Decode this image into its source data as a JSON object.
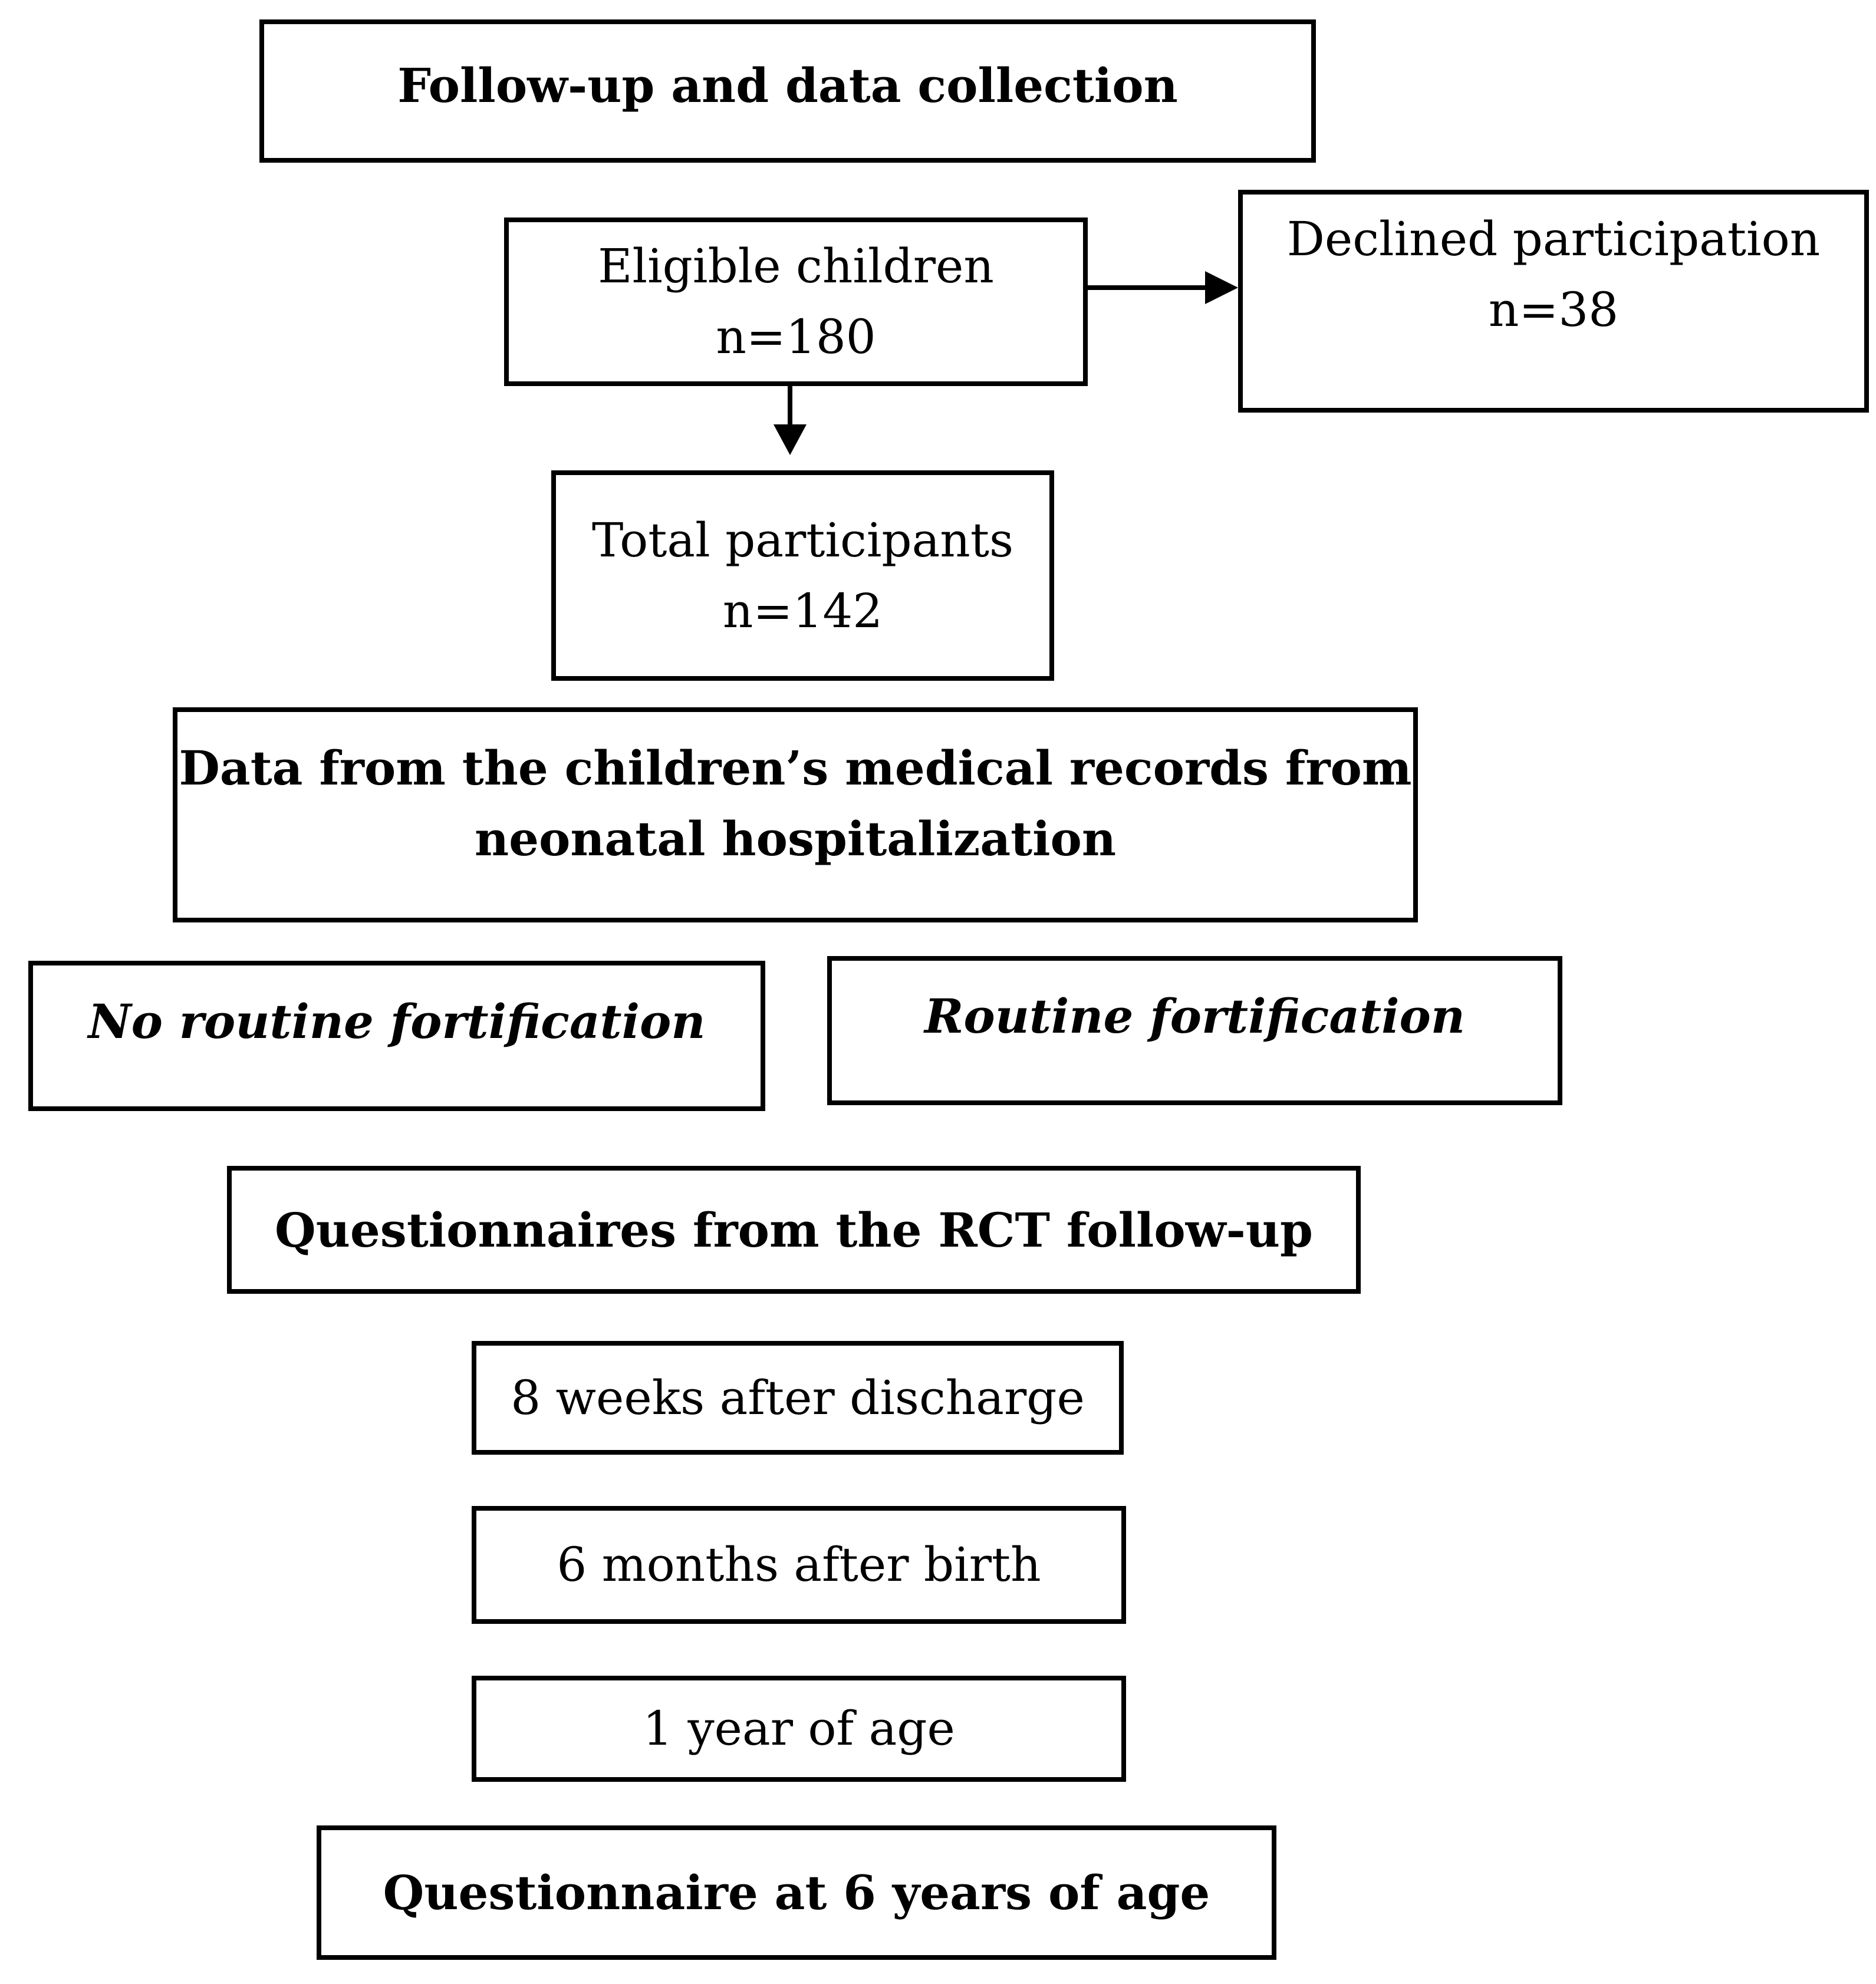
{
  "diagram": {
    "title_box": {
      "label": "Follow-up and data collection"
    },
    "eligible_box": {
      "label": "Eligible children",
      "count": "n=180"
    },
    "declined_box": {
      "label": "Declined participation",
      "count": "n=38"
    },
    "total_box": {
      "label": "Total participants",
      "count": "n=142"
    },
    "records_box": {
      "line1": "Data from the children’s medical records from",
      "line2": "neonatal hospitalization"
    },
    "no_fortification_box": {
      "label": "No routine fortification"
    },
    "fortification_box": {
      "label": "Routine fortification"
    },
    "rct_box": {
      "label": "Questionnaires from the RCT follow-up"
    },
    "week8_box": {
      "label": "8 weeks after discharge"
    },
    "month6_box": {
      "label": "6 months after birth"
    },
    "year1_box": {
      "label": "1 year of age"
    },
    "year6_box": {
      "label": "Questionnaire at 6 years of age"
    }
  },
  "colors": {
    "line": "#000000",
    "box_fill": "#ffffff",
    "background": "#ffffff",
    "text": "#000000"
  }
}
